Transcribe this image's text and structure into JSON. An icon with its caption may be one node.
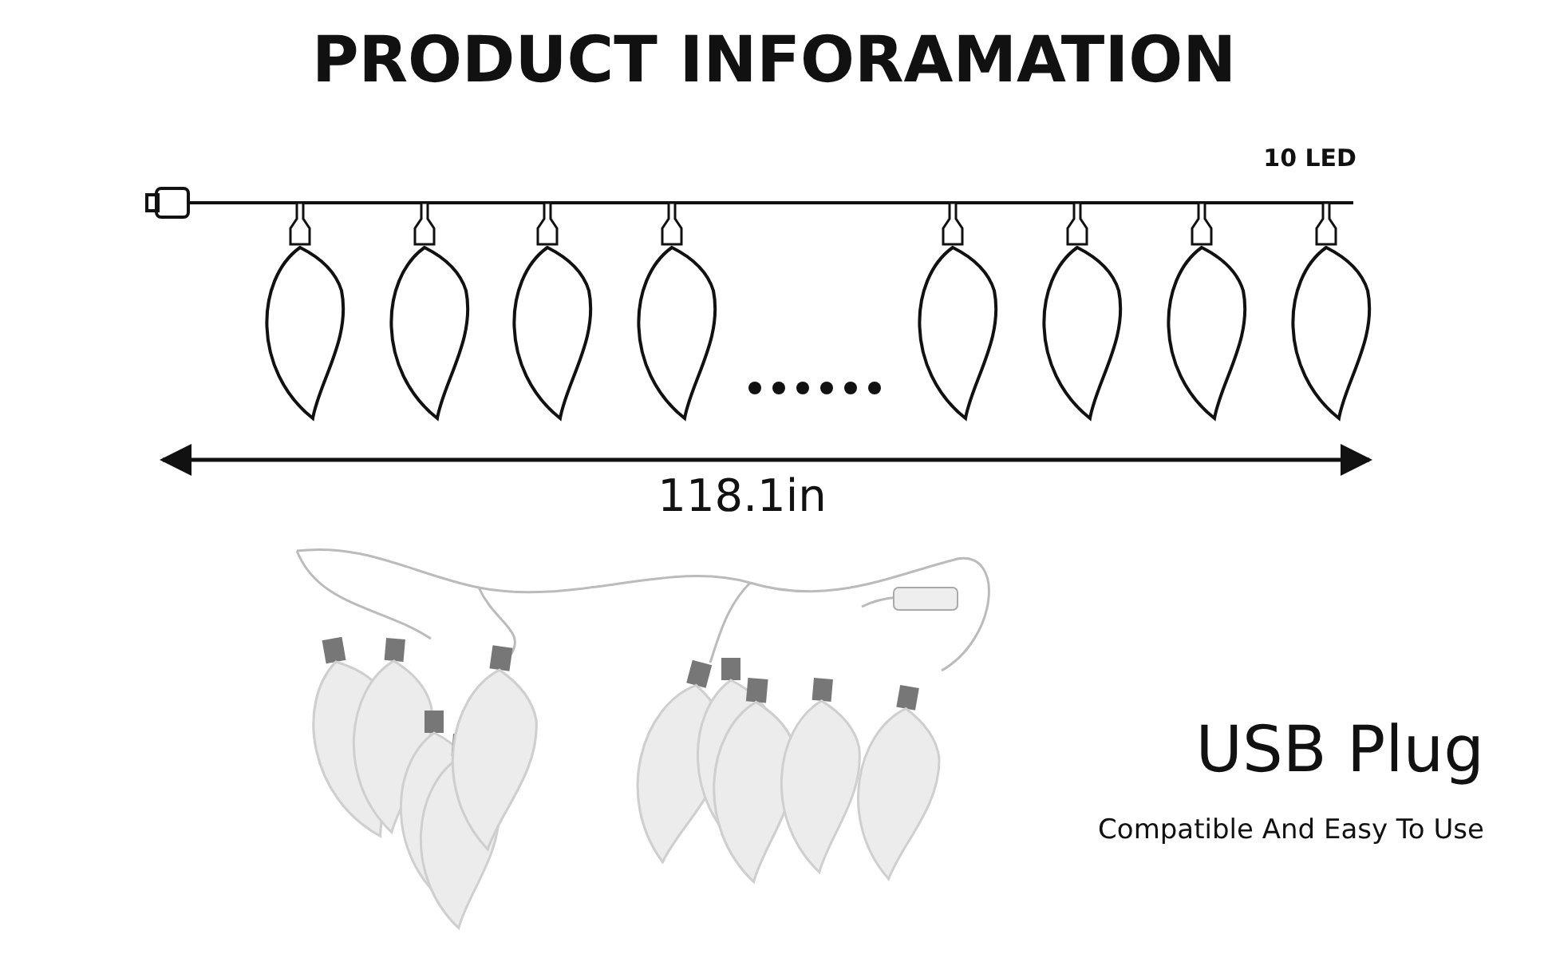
{
  "diagram": {
    "title": "PRODUCT INFORAMATION",
    "labels": [
      "10 LED",
      "118.1in",
      "USB Plug",
      "Compatible And Easy To Use"
    ]
  }
}
